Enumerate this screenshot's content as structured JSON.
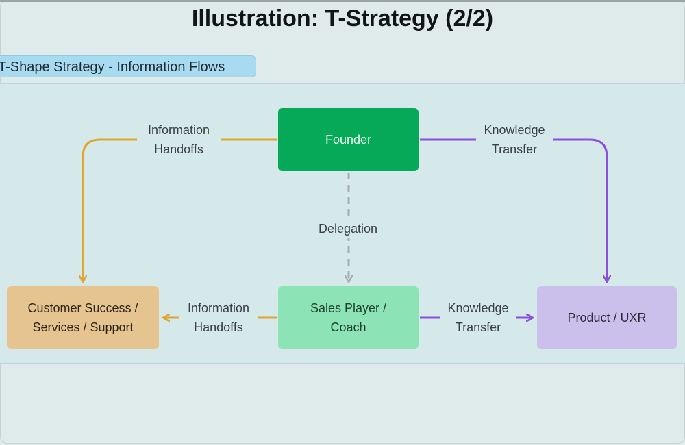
{
  "title": "Illustration: T-Strategy (2/2)",
  "section_tag": "T-Shape Strategy - Information Flows",
  "nodes": {
    "founder": "Founder",
    "sales": "Sales Player /\nCoach",
    "customer_success": "Customer Success /\nServices / Support",
    "product": "Product / UXR"
  },
  "edges": {
    "info_handoffs_top": "Information\nHandoffs",
    "knowledge_transfer_top": "Knowledge\nTransfer",
    "delegation": "Delegation",
    "info_handoffs_bottom": "Information\nHandoffs",
    "knowledge_transfer_bottom": "Knowledge\nTransfer"
  },
  "colors": {
    "founder": "#06a957",
    "sales": "#8ce3b6",
    "customer_success": "#e6c490",
    "product": "#cbbfeb",
    "info_flow": "#dfa52e",
    "knowledge_flow": "#8c4fe0",
    "delegation": "#a8adb0"
  }
}
